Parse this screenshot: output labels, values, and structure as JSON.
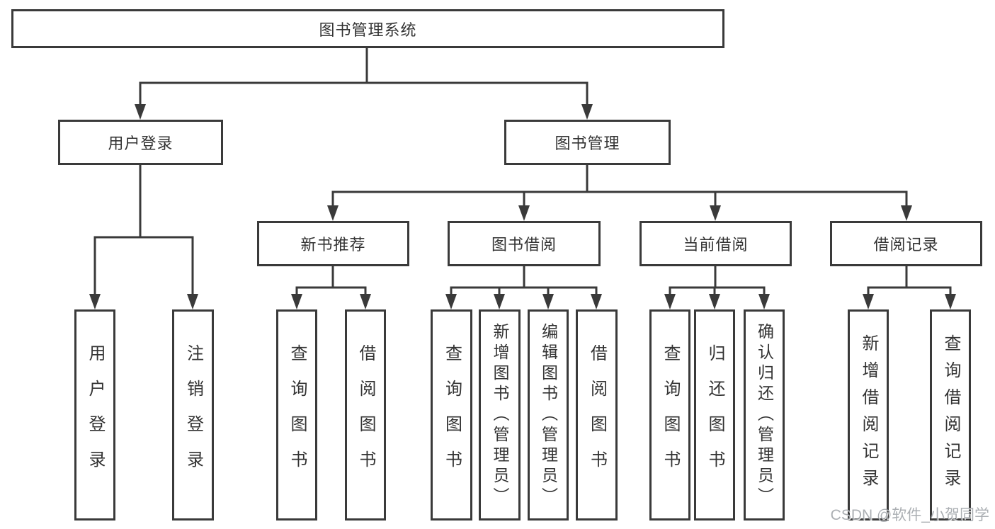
{
  "diagram": {
    "title_node": "图书管理系统",
    "level1": {
      "user_login": "用户登录",
      "book_mgmt": "图书管理"
    },
    "level2": {
      "new_book_rec": "新书推荐",
      "book_borrow": "图书借阅",
      "current_borrow": "当前借阅",
      "borrow_records": "借阅记录"
    },
    "leaves": {
      "login_user_login": "用户登录",
      "login_logout": "注销登录",
      "rec_query_books": "查询图书",
      "rec_borrow_books": "借阅图书",
      "bb_query_books": "查询图书",
      "bb_add_books": "新增图书（管理员）",
      "bb_edit_books": "编辑图书（管理员）",
      "bb_borrow_books": "借阅图书",
      "cb_query_books": "查询图书",
      "cb_return_books": "归还图书",
      "cb_confirm_return": "确认归还（管理员）",
      "br_add_record": "新增借阅记录",
      "br_query_record": "查询借阅记录"
    }
  },
  "watermark": "CSDN @软件_小贺同学",
  "colors": {
    "line": "#3a3a3a",
    "text": "#333333",
    "box_bg": "#ffffff",
    "watermark": "#94989e"
  }
}
